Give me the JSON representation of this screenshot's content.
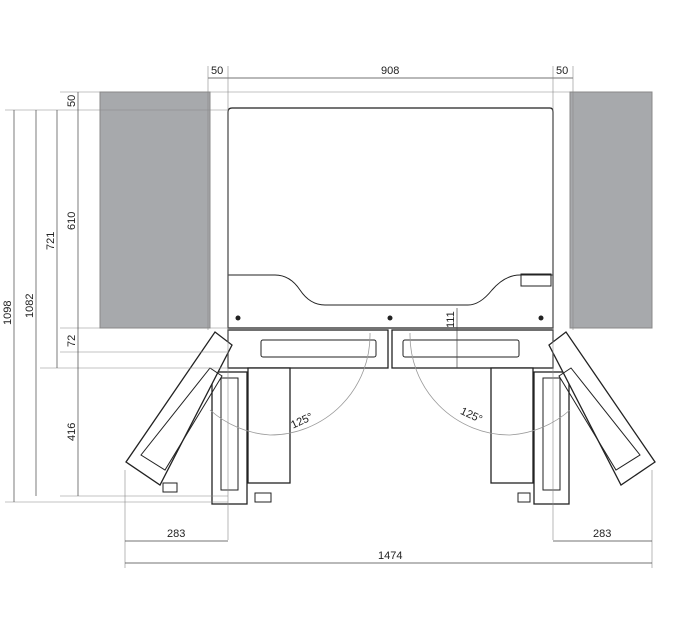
{
  "colors": {
    "wall": "#a7a9ac",
    "line": "#222222"
  },
  "dimensions": {
    "top_left_gap": "50",
    "top_width": "908",
    "top_right_gap": "50",
    "rear_gap": "50",
    "depth_body": "610",
    "depth_721": "721",
    "depth_1082": "1082",
    "depth_1098": "1098",
    "door_72": "72",
    "drawer_111": "111",
    "door_416": "416",
    "angle_left": "125°",
    "angle_right": "125°",
    "side_left": "283",
    "side_right": "283",
    "total_width": "1474"
  }
}
